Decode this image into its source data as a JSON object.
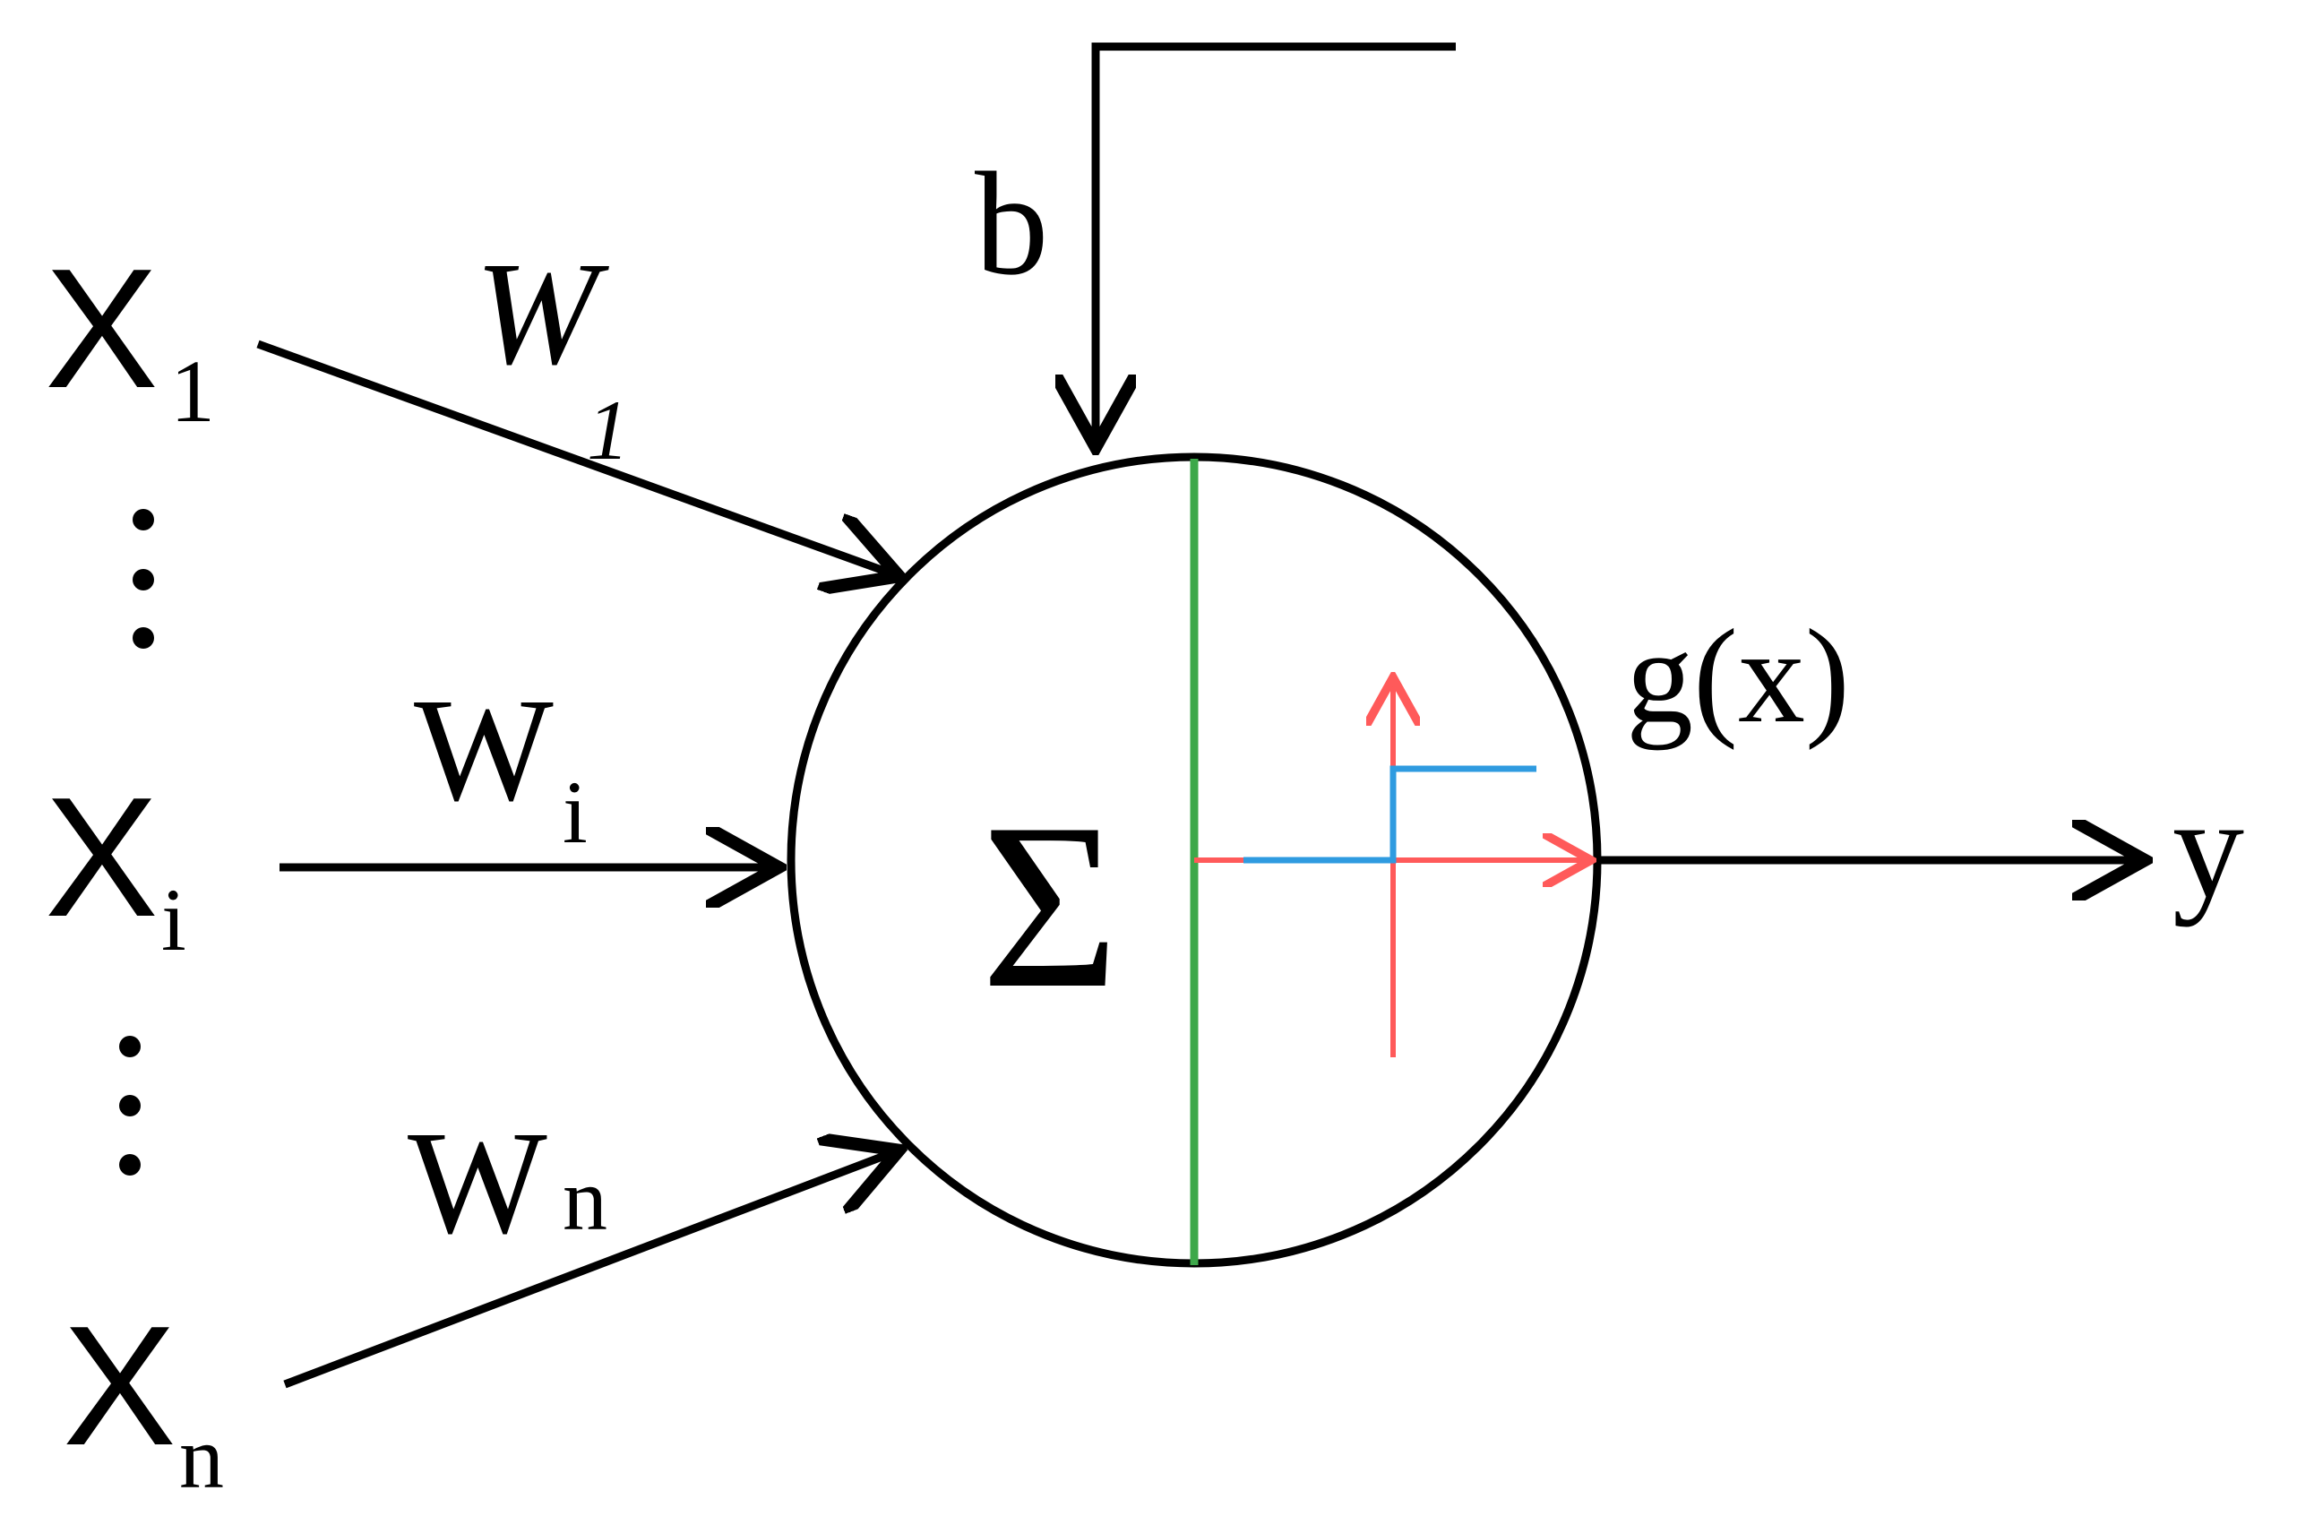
{
  "inputs": [
    {
      "label": "X",
      "subscript": "1"
    },
    {
      "label": "X",
      "subscript": "i"
    },
    {
      "label": "X",
      "subscript": "n"
    }
  ],
  "weights": [
    {
      "label": "W",
      "subscript": "1"
    },
    {
      "label": "W",
      "subscript": "i"
    },
    {
      "label": "W",
      "subscript": "n"
    }
  ],
  "bias_label": "b",
  "sum_symbol": "Σ",
  "activation_label": "g(x)",
  "output_label": "y",
  "colors": {
    "lines": "#000000",
    "divider": "#3da84a",
    "activation_axes": "#ff5a5a",
    "step_function": "#2f9be0"
  },
  "icons": {
    "activation_plot": "step-function-icon"
  }
}
